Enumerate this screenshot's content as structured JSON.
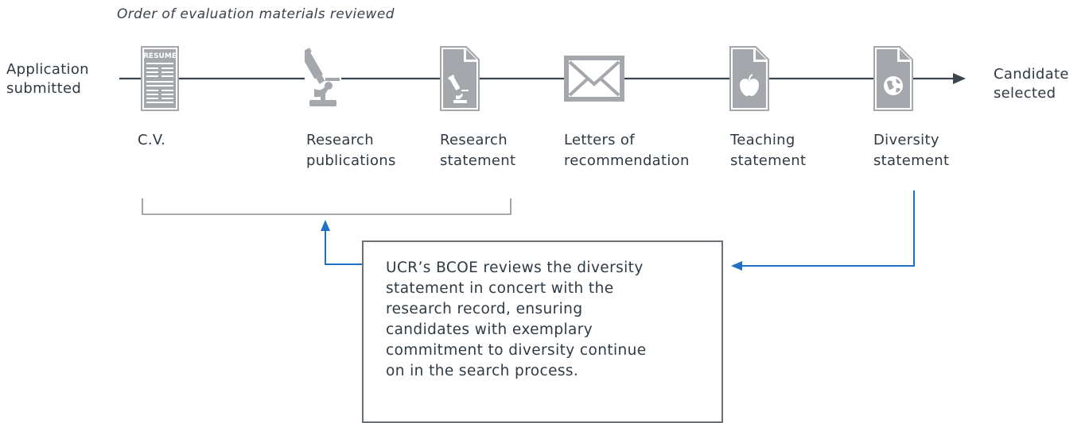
{
  "title": "Order of evaluation materials reviewed",
  "start_label": [
    "Application",
    "submitted"
  ],
  "end_label": [
    "Candidate",
    "selected"
  ],
  "steps": [
    {
      "label": [
        "C.V."
      ],
      "icon": "resume-icon",
      "icon_text": "RESUME"
    },
    {
      "label": [
        "Research",
        "publications"
      ],
      "icon": "microscope-icon"
    },
    {
      "label": [
        "Research",
        "statement"
      ],
      "icon": "document-microscope-icon"
    },
    {
      "label": [
        "Letters of",
        "recommendation"
      ],
      "icon": "envelope-icon"
    },
    {
      "label": [
        "Teaching",
        "statement"
      ],
      "icon": "document-apple-icon"
    },
    {
      "label": [
        "Diversity",
        "statement"
      ],
      "icon": "document-globe-icon"
    }
  ],
  "callout": {
    "lines": [
      "UCR’s BCOE reviews the diversity",
      "statement in concert with the",
      "research record, ensuring",
      "candidates with exemplary",
      "commitment to diversity continue",
      "on in the search process."
    ]
  },
  "colors": {
    "timeline": "#3b4550",
    "icon_gray": "#a4a7ab",
    "arrow_blue": "#1f6fc7",
    "bracket": "#8a8f95",
    "text": "#2f3a44"
  }
}
